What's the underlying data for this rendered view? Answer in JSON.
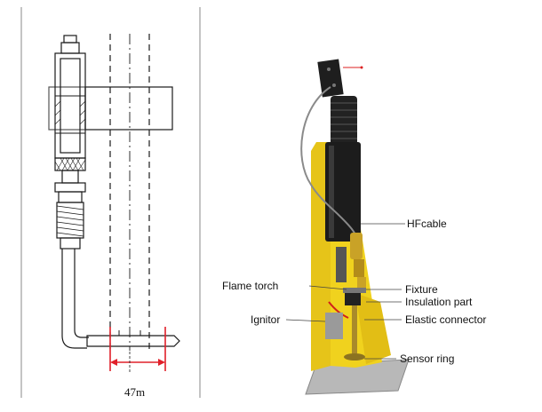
{
  "dimension": {
    "text": "47m"
  },
  "labels": {
    "hf_cable": "HFcable",
    "flame_torch": "Flame torch",
    "fixture": "Fixture",
    "insulation_part": "Insulation part",
    "ignitor": "Ignitor",
    "elastic_connector": "Elastic connector",
    "sensor_ring": "Sensor ring"
  },
  "colors": {
    "line": "#1a1a1a",
    "dimension": "#e0202a",
    "housing": "#f0d21e",
    "body": "#1c1c1c",
    "brass": "#c9a227",
    "plate": "#b8b8b8",
    "cable": "#8a8a8a"
  }
}
